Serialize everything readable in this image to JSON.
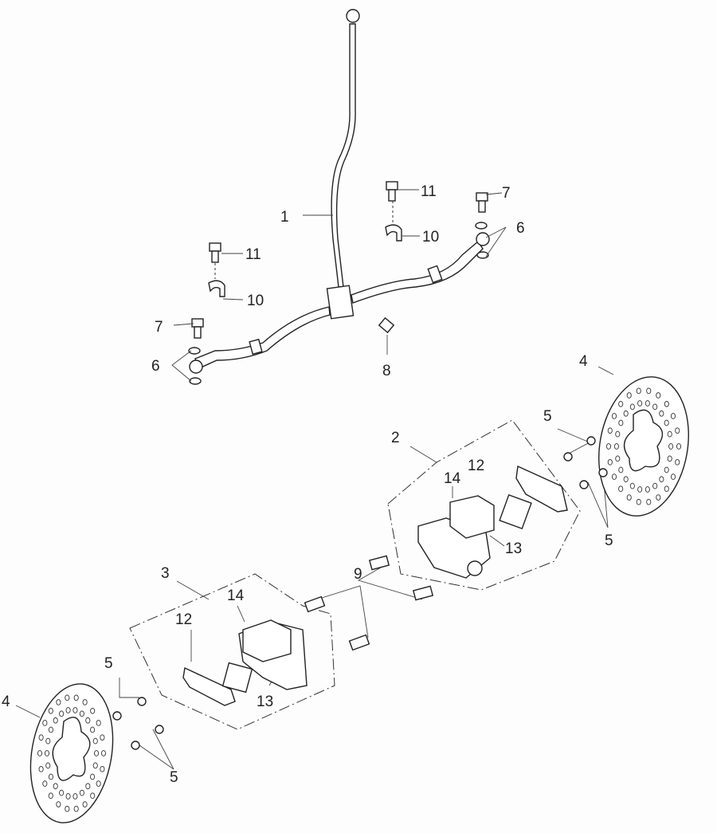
{
  "diagram": {
    "title": "Brake system exploded view",
    "labels": {
      "hose": "1",
      "bolt_11_top": "11",
      "bolt_7_right": "7",
      "clamp_10_top": "10",
      "washer_6_right": "6",
      "bolt_11_left": "11",
      "clamp_10_left": "10",
      "bolt_7_left": "7",
      "washer_6_left": "6",
      "bolt_8": "8",
      "disc_4_right": "4",
      "screw_5_right_top": "5",
      "screw_5_right_bottom": "5",
      "caliper_2": "2",
      "piston_14_right": "14",
      "pad_12_right": "12",
      "pin_13_right": "13",
      "caliper_3": "3",
      "piston_14_left": "14",
      "bolt_9": "9",
      "pad_12_left": "12",
      "pin_13_left": "13",
      "screw_5_left_top": "5",
      "disc_4_left": "4",
      "screw_5_left_bottom": "5"
    }
  }
}
